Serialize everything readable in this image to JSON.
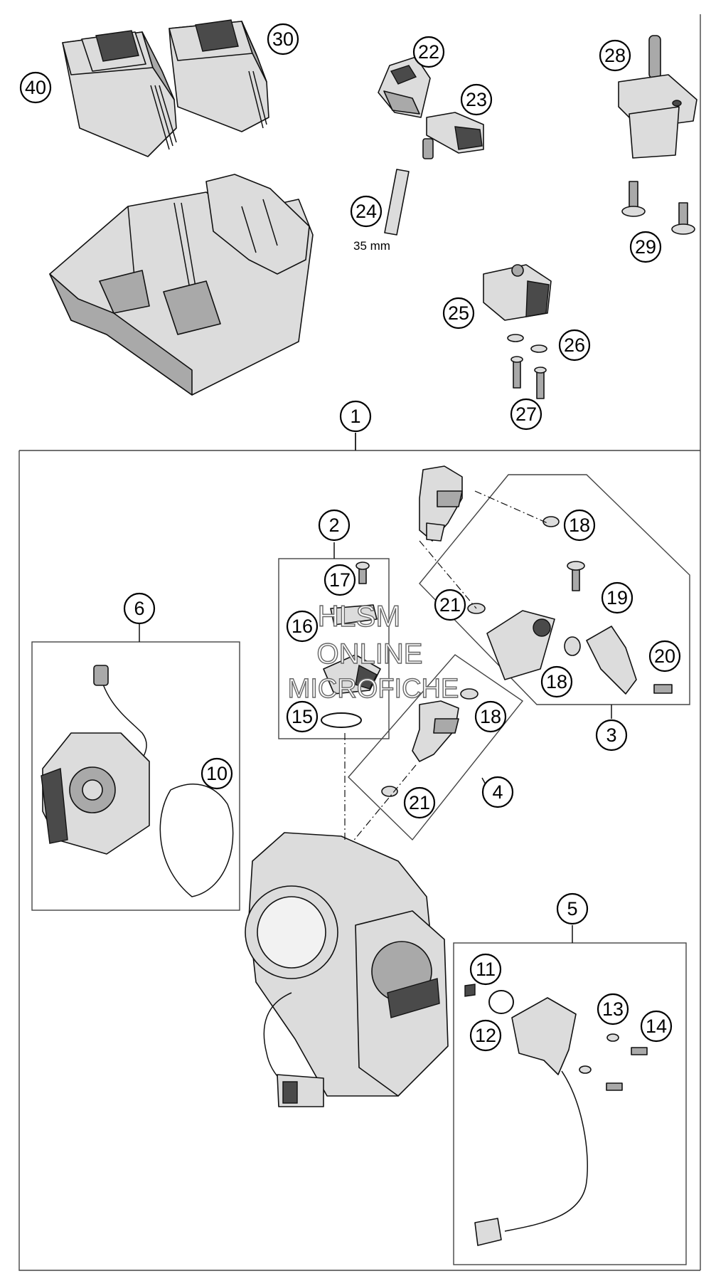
{
  "watermark": {
    "line1": "HLSM",
    "line2": "ONLINE",
    "line3": "MICROFICHE"
  },
  "labels": {
    "dim_35mm": "35 mm"
  },
  "callouts": {
    "c1": "1",
    "c2": "2",
    "c3": "3",
    "c4": "4",
    "c5": "5",
    "c6": "6",
    "c10": "10",
    "c11": "11",
    "c12": "12",
    "c13": "13",
    "c14": "14",
    "c15": "15",
    "c16": "16",
    "c17": "17",
    "c18a": "18",
    "c18b": "18",
    "c18c": "18",
    "c19": "19",
    "c20": "20",
    "c21a": "21",
    "c21b": "21",
    "c22": "22",
    "c23": "23",
    "c24": "24",
    "c25": "25",
    "c26": "26",
    "c27": "27",
    "c28": "28",
    "c29": "29",
    "c30": "30",
    "c40": "40"
  },
  "colors": {
    "part_fill": "#d9d9d9",
    "part_dark": "#8c8c8c",
    "line": "#000000"
  }
}
